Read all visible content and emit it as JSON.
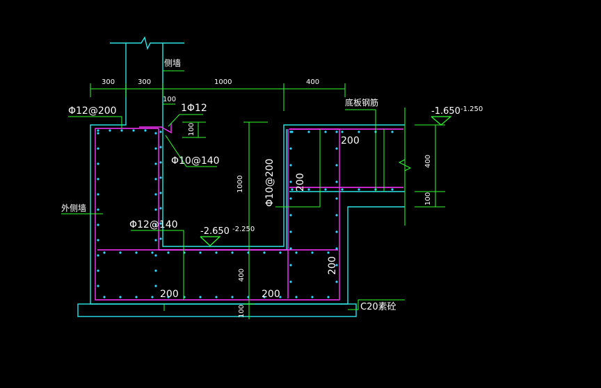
{
  "colors": {
    "background": "#000000",
    "concrete_outline": "#2ee6e6",
    "rebar": "#ff33ff",
    "rebar_dot": "#33d6ff",
    "dimension": "#33ff33",
    "text": "#ffffff"
  },
  "labels": {
    "side_wall": "侧墙",
    "outer_side_wall": "外侧墙",
    "base_slab_rebar": "底板钢筋",
    "plain_concrete": "C20素砼",
    "rebar_12_200": "Φ12@200",
    "rebar_1_12": "1Φ12",
    "rebar_10_140": "Φ10@140",
    "rebar_10_200": "Φ10@200",
    "rebar_12_140": "Φ12@140",
    "level_upper": "-1.650",
    "level_upper_alt": "-1.250",
    "level_lower": "-2.650",
    "level_lower_alt": "-2.250"
  },
  "dimensions": {
    "d300a": "300",
    "d300b": "300",
    "d1000_top": "1000",
    "d400_top": "400",
    "d100_left": "100",
    "d100_small": "100",
    "d1000_v": "1000",
    "d200_mid": "200",
    "d400_right": "400",
    "d100_right": "100",
    "d200_box": "200",
    "d200_right": "200",
    "d400_bottom": "400",
    "d100_bottom": "100",
    "d200_bl": "200",
    "d200_bc": "200"
  }
}
